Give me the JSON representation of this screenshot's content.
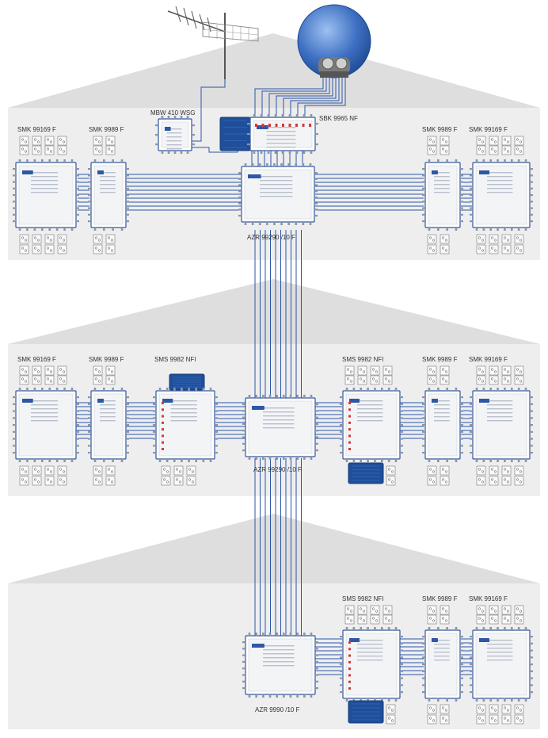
{
  "labels": {
    "mbw410": "MBW 410 WSG",
    "sbk9965": "SBK 9965 NF",
    "azr_top": "AZR 99290 /10 F",
    "azr_mid": "AZR 99290 /10 F",
    "azr_bot": "AZR 9990 /10 F",
    "smk99169": "SMK 99169 F",
    "smk9989": "SMK 9989 F",
    "sms9982": "SMS 9982 NFI"
  },
  "colors": {
    "cable": "#2c55a8",
    "floor": "#eeeeee",
    "roof": "#dedede",
    "device_body": "#f3f4f6",
    "device_frame": "#2e57a6",
    "psu": "#1f4f9a",
    "dish": "#3d6fc2"
  },
  "icons": [
    "terrestrial-antenna-icon",
    "satellite-dish-icon",
    "lnb-icon",
    "wall-outlet-icon"
  ]
}
